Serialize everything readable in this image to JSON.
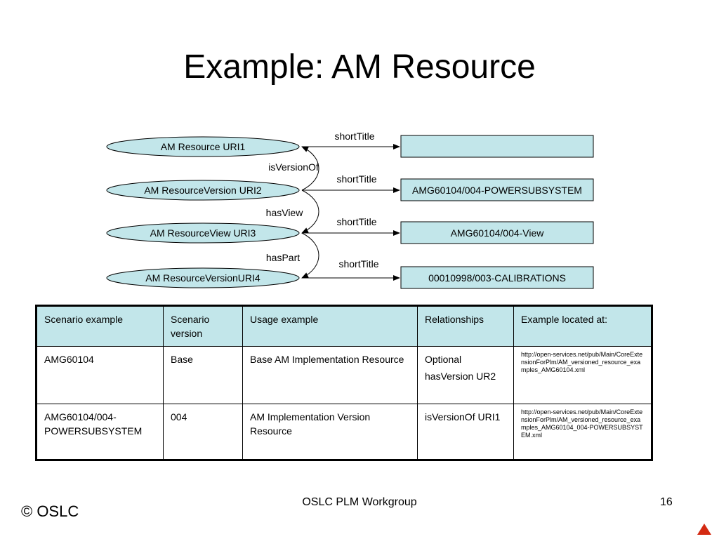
{
  "slide": {
    "title": "Example: AM Resource",
    "footer_left": "© OSLC",
    "footer_center": "OSLC PLM Workgroup",
    "page_number": "16"
  },
  "diagram": {
    "resources": [
      "AM Resource URI1",
      "AM ResourceVersion URI2",
      "AM ResourceView URI3",
      "AM ResourceVersionURI4"
    ],
    "short_titles": [
      "",
      "AMG60104/004-POWERSUBSYSTEM",
      "AMG60104/004-View",
      "00010998/003-CALIBRATIONS"
    ],
    "arrow_label": "shortTitle",
    "relations": [
      "isVersionOf",
      "hasView",
      "hasPart"
    ]
  },
  "table": {
    "headers": [
      "Scenario example",
      "Scenario version",
      "Usage example",
      "Relationships",
      "Example located at:"
    ],
    "rows": [
      {
        "scenario": "AMG60104",
        "version": "Base",
        "usage": "Base AM Implementation Resource",
        "relationships": [
          "Optional",
          "hasVersion UR2"
        ],
        "location": "http://open-services.net/pub/Main/CoreExtensionForPlm/AM_versioned_resource_examples_AMG60104.xml"
      },
      {
        "scenario": "AMG60104/004-POWERSUBSYSTEM",
        "version": "004",
        "usage": "AM Implementation Version Resource",
        "relationships": [
          "isVersionOf URI1"
        ],
        "location": "http://open-services.net/pub/Main/CoreExtensionForPlm/AM_versioned_resource_examples_AMG60104_004-POWERSUBSYSTEM.xml"
      }
    ]
  },
  "colors": {
    "shape_fill": "#c2e6ea",
    "nav_arrow": "#d42a12"
  },
  "icons": {
    "next_slide": "triangle-up-icon"
  }
}
